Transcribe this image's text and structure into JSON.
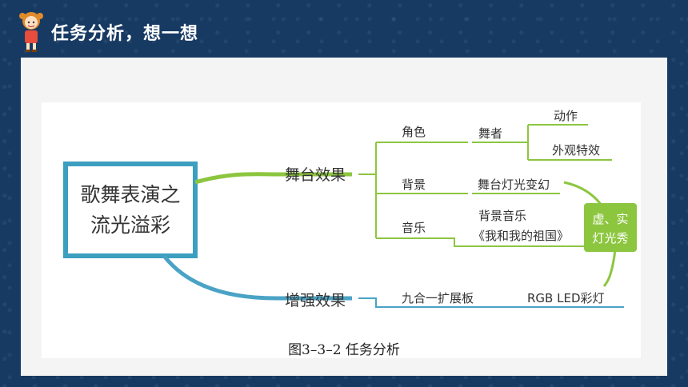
{
  "header": {
    "title": "任务分析，想一想"
  },
  "diagram": {
    "root": {
      "line1": "歌舞表演之",
      "line2": "流光溢彩"
    },
    "branch_stage": "舞台效果",
    "branch_enhance": "增强效果",
    "role": "角色",
    "dancer": "舞者",
    "action": "动作",
    "appearance": "外观特效",
    "background": "背景",
    "stage_light": "舞台灯光变幻",
    "music": "音乐",
    "bg_music": "背景音乐",
    "song": "《我和我的祖国》",
    "board": "九合一扩展板",
    "rgb": "RGB LED彩灯",
    "virtual_real": {
      "line1": "虚、实",
      "line2": "灯光秀"
    }
  },
  "caption": "图3–3–2  任务分析",
  "colors": {
    "background": "#173a63",
    "stage_line": "#8cc63f",
    "enhance_line": "#4aa3c5",
    "root_border": "#3c9fc0",
    "badge": "#8cc63f"
  }
}
